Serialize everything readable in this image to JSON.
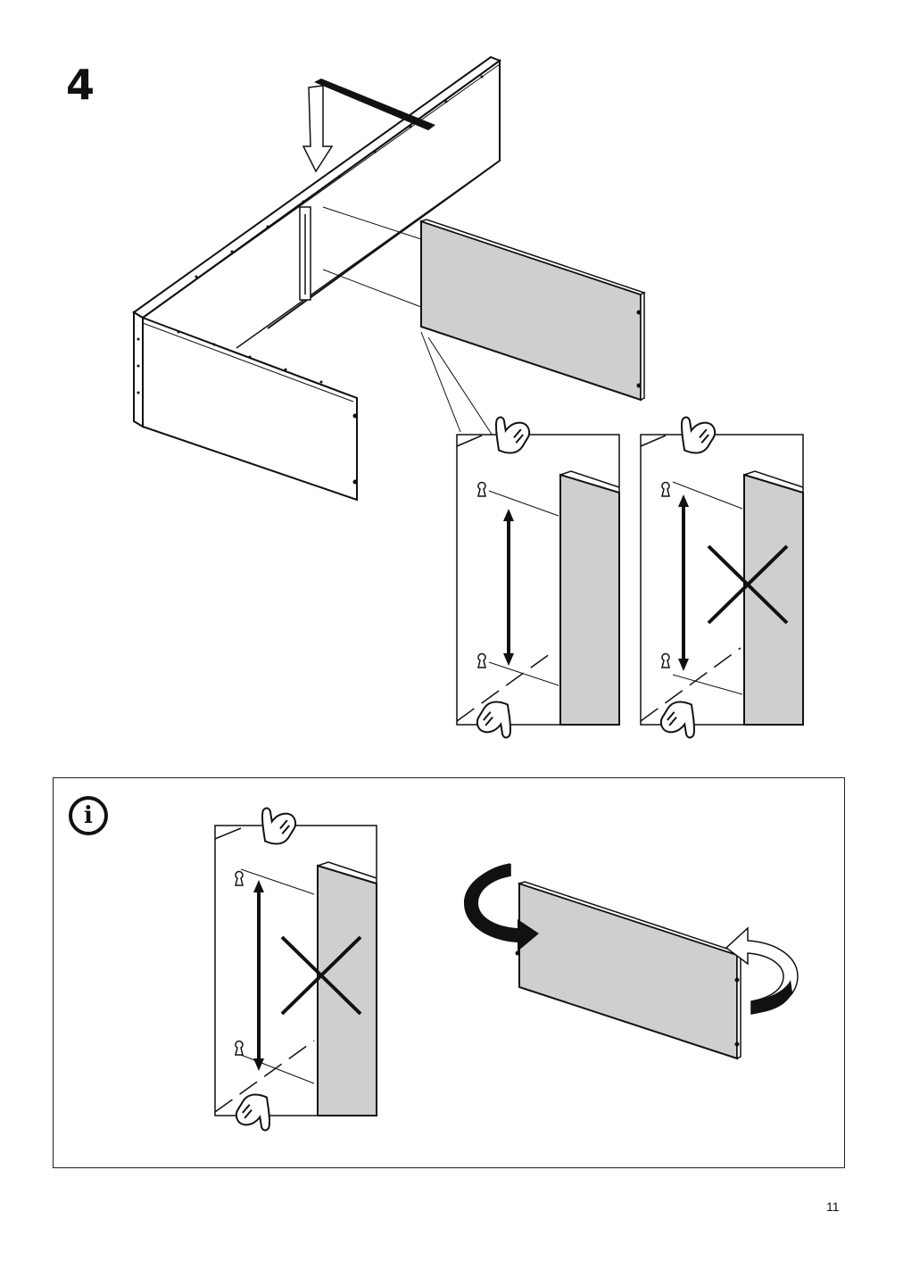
{
  "step": {
    "number": "4"
  },
  "info": {
    "icon": "info-icon",
    "glyph": "i"
  },
  "footer": {
    "page_number": "11"
  },
  "colors": {
    "panel_fill": "#cfcfcf",
    "line": "#111111",
    "arrow_fill": "#111111"
  },
  "figures": {
    "main": "cabinet-frame-with-side-panel",
    "detail_correct": "holes-aligned-hand-gesture",
    "detail_wrong": "holes-misaligned-cross",
    "info_wrong": "holes-misaligned-cross",
    "info_rotate": "panel-rotate-arrows"
  }
}
